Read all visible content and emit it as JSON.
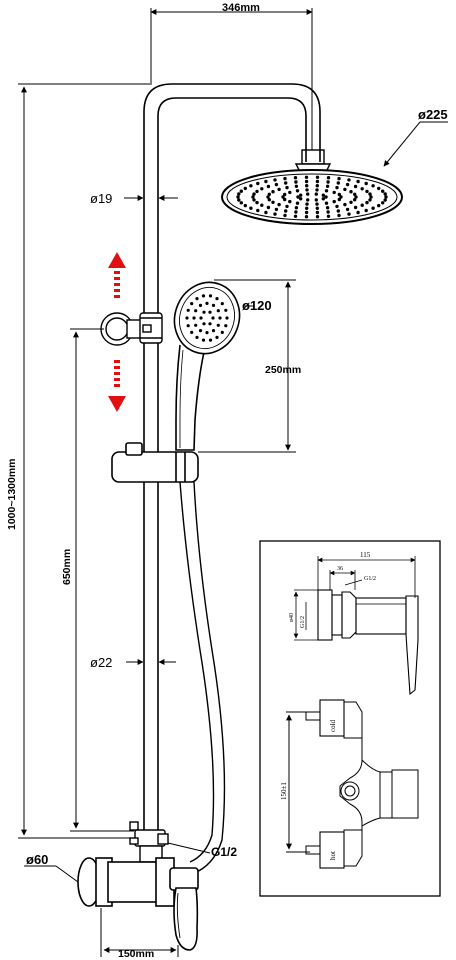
{
  "dimensions": {
    "top_width": "346mm",
    "head_diameter": "ø225",
    "pipe_upper_diameter": "ø19",
    "hand_shower_diameter": "ø120",
    "hand_shower_length": "250mm",
    "total_height": "1000~1300mm",
    "slide_height": "650mm",
    "pipe_lower_diameter": "ø22",
    "outlet_thread": "G1/2",
    "wall_flange_diameter": "ø60",
    "centers": "150mm"
  },
  "detail_inset": {
    "width_total": "115",
    "width_partial": "36",
    "thread": "G1/2",
    "diameter": "ø40",
    "side_thread": "G1/2",
    "centers": "150±1",
    "label_cold": "cold",
    "label_hot": "hot"
  },
  "colors": {
    "line": "#000000",
    "arrow_red": "#e01010"
  }
}
